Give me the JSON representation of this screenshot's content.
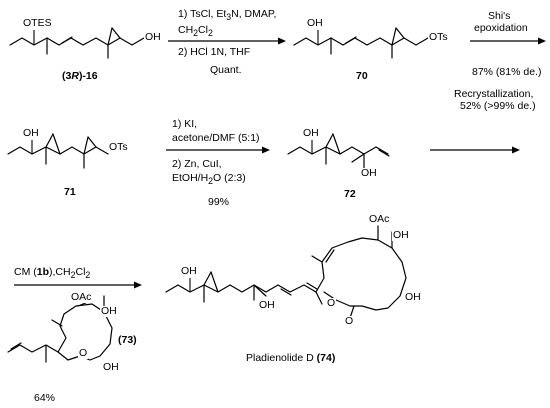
{
  "compounds": {
    "c16": {
      "label_prefix": "(3",
      "label_R": "R",
      "label_suffix": ")-16",
      "otes": "OTES",
      "oh": "OH"
    },
    "c70": {
      "label": "70",
      "oh": "OH",
      "ots": "OTs"
    },
    "c71": {
      "label": "71",
      "oh": "OH",
      "ots": "OTs"
    },
    "c72": {
      "label": "72",
      "oh": "OH",
      "oh2": "OH"
    },
    "c73": {
      "label": "(73)",
      "oac": "OAc",
      "oh": "OH",
      "o": "O",
      "oh2": "OH"
    },
    "c74": {
      "name": "Pladienolide D",
      "label": "(74)",
      "oac": "OAc",
      "oh": "OH",
      "oh_left": "OH",
      "oh_mid": "OH",
      "o_ester": "O",
      "o_ring": "O",
      "oh_right": "OH"
    }
  },
  "reactions": {
    "step1": {
      "line1": "1) TsCl, Et",
      "line1_sub": "3",
      "line1_rest": "N, DMAP,",
      "line2": "CH",
      "line2_sub1": "2",
      "line2_mid": "Cl",
      "line2_sub2": "2",
      "line3": "2) HCl 1N, THF",
      "yield": "Quant."
    },
    "step2": {
      "line1": "Shi's",
      "line2": "epoxidation",
      "yield": "87% (81% de.)",
      "recryst1": "Recrystallization,",
      "recryst2": "52% (>99% de.)"
    },
    "step3": {
      "line1": "1)  KI,",
      "line2": "acetone/DMF (5:1)",
      "line3": "2) Zn, CuI,",
      "line4_a": "EtOH/H",
      "line4_sub": "2",
      "line4_b": "O (2:3)",
      "yield": "99%"
    },
    "step4": {
      "line1_a": "CM (",
      "line1_b": "1b",
      "line1_c": "),CH",
      "line1_sub1": "2",
      "line1_d": "Cl",
      "line1_sub2": "2",
      "yield": "64%"
    }
  }
}
